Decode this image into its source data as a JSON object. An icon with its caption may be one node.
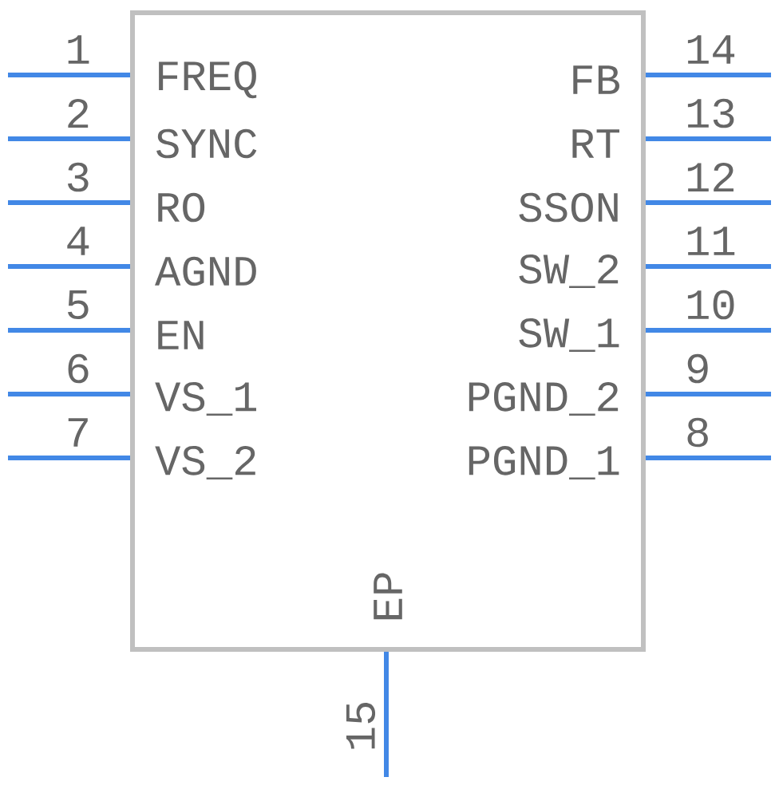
{
  "diagram": {
    "nodes": [
      {
        "text": [
          "FREQ",
          "SYNC",
          "RO",
          "AGND",
          "EN",
          "VS_1",
          "VS_2",
          "PGND_1",
          "PGND_2",
          "SW_1",
          "SW_2",
          "SSON",
          "RT",
          "FB",
          "EP"
        ]
      }
    ],
    "labels": [
      "1",
      "2",
      "3",
      "4",
      "5",
      "6",
      "7",
      "8",
      "9",
      "10",
      "11",
      "12",
      "13",
      "14",
      "15"
    ]
  }
}
